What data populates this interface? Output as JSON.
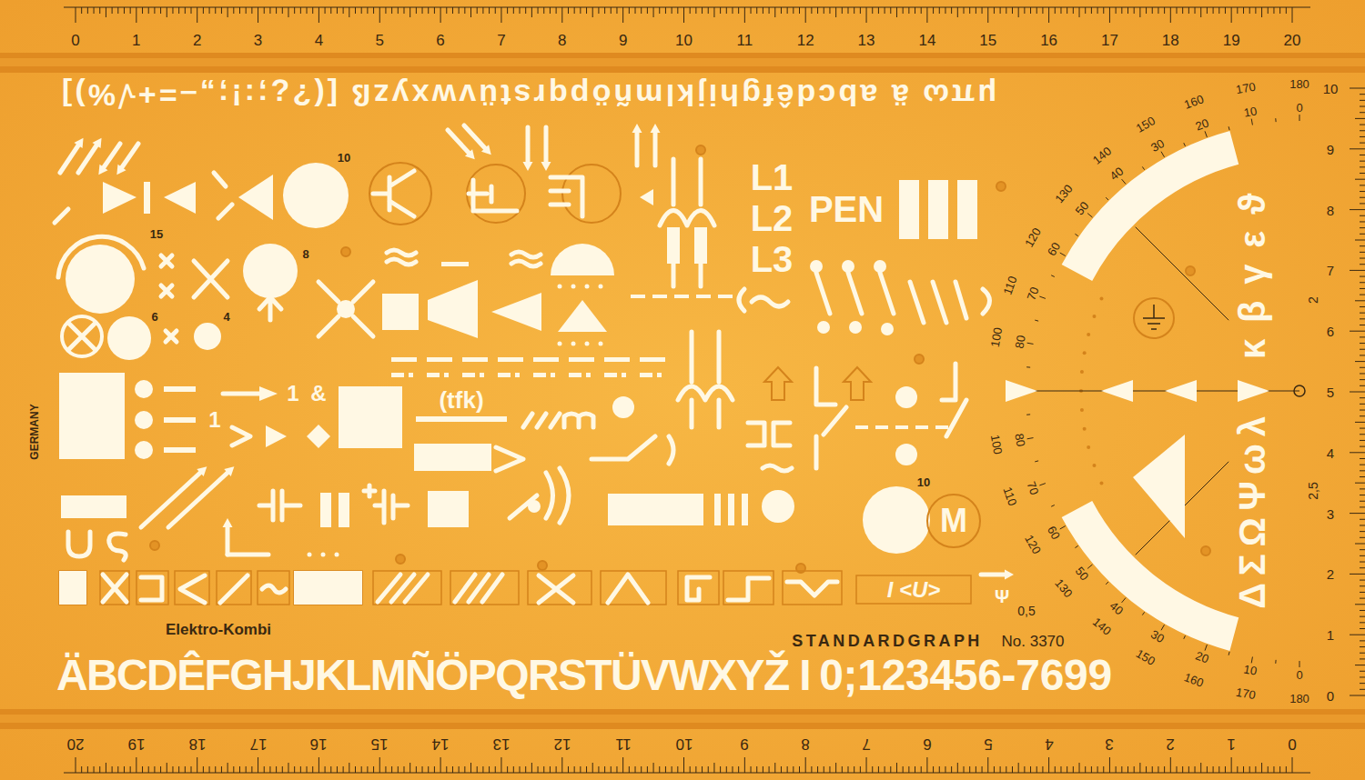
{
  "diagram": {
    "nodes": [
      {
        "text": [
          "M"
        ]
      },
      {
        "text": [
          "I <U>"
        ]
      }
    ],
    "labels": [
      "0",
      "1",
      "2",
      "3",
      "4",
      "5",
      "6",
      "7",
      "8",
      "9",
      "10",
      "11",
      "12",
      "13",
      "14",
      "15",
      "16",
      "17",
      "18",
      "19",
      "20",
      "20",
      "19",
      "18",
      "17",
      "16",
      "15",
      "14",
      "13",
      "12",
      "11",
      "10",
      "9",
      "8",
      "7",
      "6",
      "5",
      "4",
      "3",
      "2",
      "1",
      "0",
      "0",
      "1",
      "2",
      "3",
      "4",
      "5",
      "6",
      "7",
      "8",
      "9",
      "10",
      "2",
      "2,5",
      "180",
      "170",
      "160",
      "150",
      "140",
      "130",
      "120",
      "110",
      "100",
      "0",
      "10",
      "20",
      "30",
      "40",
      "50",
      "60",
      "70",
      "80",
      "100",
      "110",
      "120",
      "130",
      "140",
      "150",
      "160",
      "170",
      "180",
      "80",
      "70",
      "60",
      "50",
      "40",
      "30",
      "20",
      "10",
      "0",
      "μπω ä abcdêfghijklmñöpqrstüvwxyzß [(?¿;:!;„–=+√%)]",
      "ÄBCDÊFGHJKLMÑÖPQRSTÜVWXYŽ I",
      "0;123456-7699",
      "GERMANY",
      "Elektro-Kombi",
      "STANDARDGRAPH",
      "No. 3370",
      "L1",
      "L2",
      "L3",
      "PEN",
      "(tfk)",
      "10",
      "15",
      "8",
      "6",
      "4",
      "10",
      "1",
      "&",
      "1",
      "Ψ",
      "0,5",
      "κβγεϑ",
      "ΔΣΩΨωλ"
    ]
  }
}
